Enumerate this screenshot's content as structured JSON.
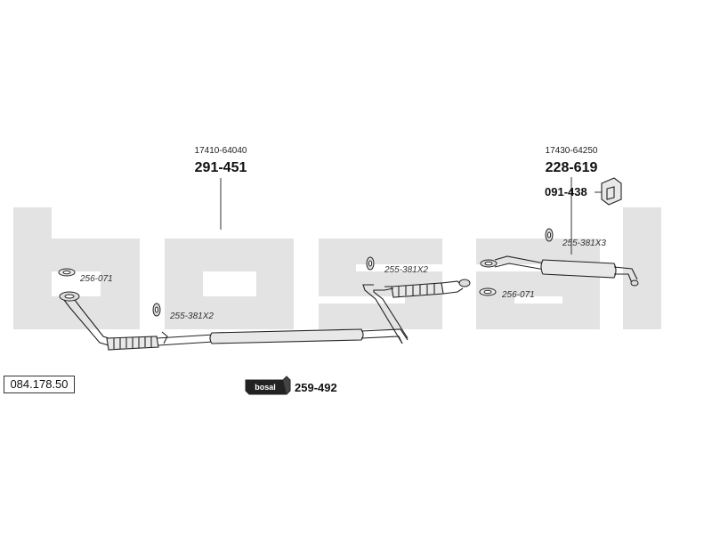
{
  "diagram_code": "084.178.50",
  "front_pipe": {
    "oem": "17410-64040",
    "part": "291-451"
  },
  "rear_silencer": {
    "oem": "17430-64250",
    "part": "228-619",
    "clamp_part": "091-438"
  },
  "annotations": {
    "gasket_front": "256-071",
    "mount_front": "255-381X2",
    "mount_mid": "255-381X2",
    "mount_rear": "255-381X3",
    "gasket_rear": "256-071"
  },
  "fitting_kit": {
    "brand": "bosal",
    "part": "259-492"
  },
  "watermark": {
    "text": "bosal",
    "color": "#e3e3e3"
  }
}
